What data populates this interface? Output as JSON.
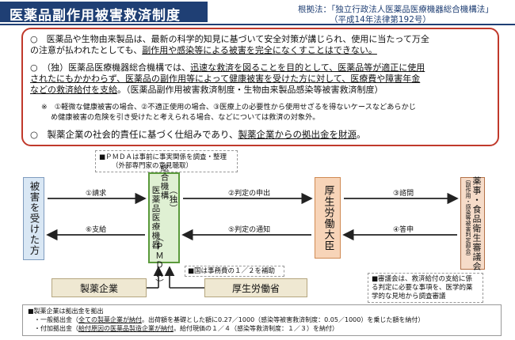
{
  "header": {
    "title": "医薬品副作用被害救済制度",
    "law_line1": "根拠法：「独立行政法人医薬品医療機器総合機構法」",
    "law_line2": "（平成14年法律第192号）"
  },
  "summary": {
    "p1_a": "○　医薬品や生物由来製品は、最新の科学的知見に基づいて安全対策が講じられ、使用に当たって万全",
    "p1_b1": "の注意が払われたとしても、",
    "p1_b2": "副作用や感染等による被害を完全になくすことはできない。",
    "p2_a1": "○　（独）医薬品医療機器総合機構では、",
    "p2_a2": "迅速な救済を図ることを目的として、医薬品等が適正に使用",
    "p2_b": "されたにもかかわらず、医薬品の副作用等によって健康被害を受けた方に対して、医療費や障害年金",
    "p2_c1": "などの救済給付を支給",
    "p2_c2": "。（医薬品副作用被害救済制度・生物由来製品感染等被害救済制度）",
    "note_a": "※　①軽微な健康被害の場合、②不適正使用の場合、③医療上の必要性から使用せざるを得ないケースなどあらかじ",
    "note_b": "め健康被害の危険を引き受けたと考えられる場合、などについては救済の対象外。",
    "p3_a": "○　製薬企業の社会的責任に基づく仕組みであり、",
    "p3_b": "製薬企業からの拠出金を財源",
    "p3_c": "。"
  },
  "diagram": {
    "pmda_note_line1": "■ＰＭＤＡは事前に事実関係を調査・整理",
    "pmda_note_line2": "（外部専門家の意見聴取）",
    "victim": "被害を受けた方",
    "pmda": "（独）医薬品医療機器総合機構（ＰＭＤＡ）",
    "pmda_col1": "（独）",
    "pmda_col2": "総合機構",
    "pmda_col3": "医薬品医療機器",
    "pmda_col4": "（ＰＭＤＡ）",
    "mhlw": "厚生労働大臣",
    "council_main": "薬事・食品衛生審議会",
    "council_sub": "（副作用・感染等被害判定部会）",
    "pharma": "製薬企業",
    "gov": "厚生労働省",
    "arrow1": "①請求",
    "arrow2": "②判定の申出",
    "arrow3": "③諮問",
    "arrow4": "④答申",
    "arrow5": "⑤判定の通知",
    "arrow6": "⑥支給",
    "subsidy_note": "■国は事務費の１／２を補助",
    "council_note_1": "■審議会は、救済給付の支給に係",
    "council_note_2": "る判定に必要な事項を、医学的薬",
    "council_note_3": "学的な見地から調査審議"
  },
  "contribution": {
    "head": "■製薬企業は拠出金を拠出",
    "l1_a": "・一般拠出金（",
    "l1_b": "全ての製薬企業が納付",
    "l1_c": "。出荷額を基礎とした額に0.27／1000（感染等被害救済制度：0.05／1000）を乗じた額を納付）",
    "l2_a": "・付加拠出金（",
    "l2_b": "給付原因の医薬品製造企業が納付",
    "l2_c": "。給付現価の１／４（感染等救済制度：１／３）を納付）"
  },
  "colors": {
    "title_bg": "#1f3f74",
    "frame": "#c0392b",
    "pmda_fill": "#dff0d3",
    "mhlw_fill": "#f7d4b8",
    "victim_fill": "#d9e7f4"
  }
}
